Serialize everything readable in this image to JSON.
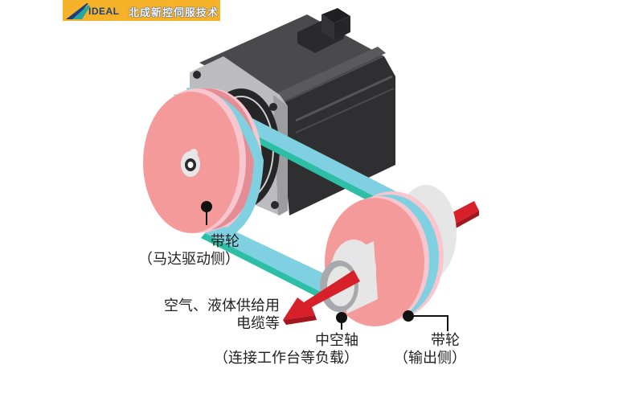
{
  "logo": {
    "brand": "IDEAL",
    "company": "北成新控伺服技术",
    "background_color": "#f6b32a"
  },
  "diagram": {
    "type": "servo motor with belt and pulleys, hollow shaft",
    "colors": {
      "motor_body": "#3a3a3c",
      "flange": "#b9b9bb",
      "pulley_face": "#f49a9a",
      "pulley_rim": "#f7c6cf",
      "belt": "#7fd0e0",
      "belt_edge": "#2cbfa6",
      "hollow_shaft": "#e6e6e6",
      "shaft_ring": "#a7a9ac",
      "arrow": "#d7202a"
    }
  },
  "labels": {
    "motor_pulley": {
      "line1": "带轮",
      "line2": "（马达驱动侧）"
    },
    "cables": {
      "line1": "空气、液体供给用",
      "line2": "电缆等"
    },
    "hollow_shaft": {
      "line1": "中空轴",
      "line2": "（连接工作台等负载）"
    },
    "output_pulley": {
      "line1": "带轮",
      "line2": "（输出侧）"
    }
  }
}
